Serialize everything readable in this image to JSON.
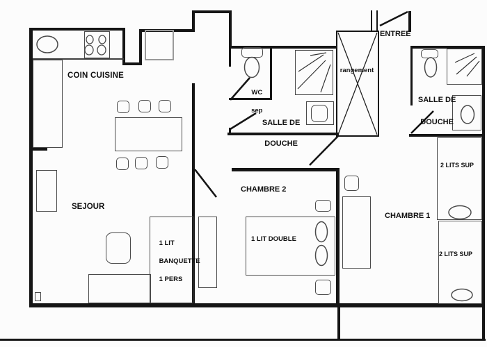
{
  "plan": {
    "title": "apartment-floor-plan",
    "rooms": {
      "kitchen_label": "COIN CUISINE",
      "living_label": "SEJOUR",
      "bedroom2_label": "CHAMBRE 2",
      "bedroom1_label": "CHAMBRE 1",
      "entry_label": "ENTREE",
      "storage_label": "rangement",
      "wc_line1": "WC",
      "wc_line2": "sep",
      "shower_mid_line1": "SALLE DE",
      "shower_mid_line2": "DOUCHE",
      "shower_right_line1": "SALLE DE",
      "shower_right_line2": "DOUCHE"
    },
    "furniture": {
      "double_bed_label": "1 LIT DOUBLE",
      "banquette_line1": "1 LIT",
      "banquette_line2": "BANQUETTE",
      "banquette_line3": "1 PERS",
      "bunk_top_label": "2 LITS SUP",
      "bunk_bottom_label": "2 LITS SUP"
    },
    "colors": {
      "wall": "#151515",
      "outline": "#4a4a4a",
      "background": "#fcfcfc",
      "appliance_gray": "#9a9a9a"
    }
  }
}
